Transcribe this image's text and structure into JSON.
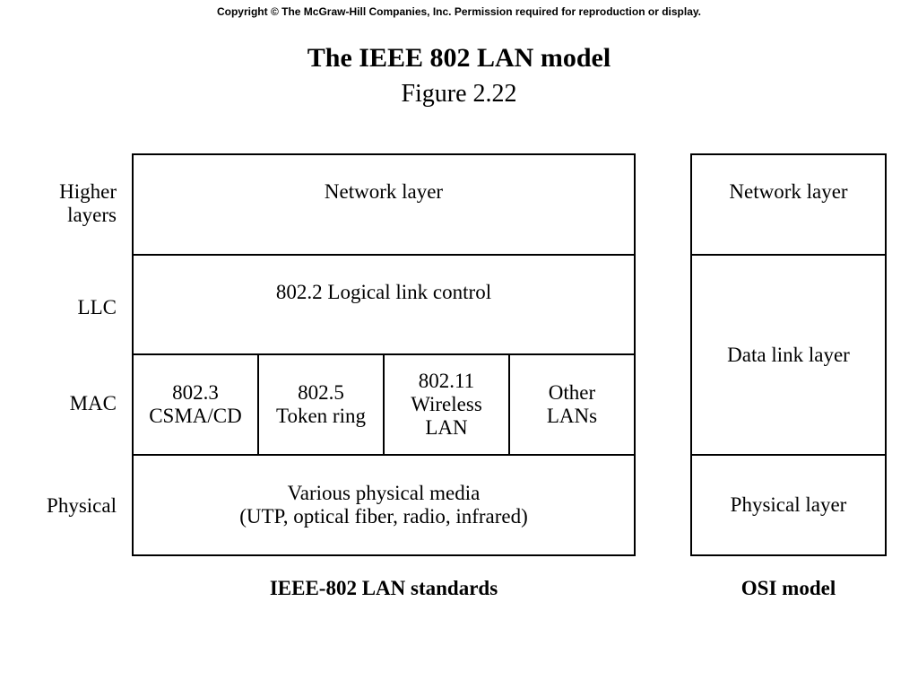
{
  "copyright": "Copyright © The McGraw-Hill Companies, Inc. Permission required for reproduction or display.",
  "title": "The IEEE 802 LAN model",
  "subtitle": "Figure 2.22",
  "row_labels": {
    "higher": "Higher\nlayers",
    "llc": "LLC",
    "mac": "MAC",
    "physical": "Physical"
  },
  "ieee": {
    "network": "Network layer",
    "llc": "802.2 Logical link control",
    "mac": [
      "802.3\nCSMA/CD",
      "802.5\nToken ring",
      "802.11\nWireless\nLAN",
      "Other\nLANs"
    ],
    "physical": "Various physical media\n(UTP, optical fiber, radio, infrared)",
    "caption": "IEEE-802 LAN standards"
  },
  "osi": {
    "network": "Network layer",
    "datalink": "Data link layer",
    "physical": "Physical layer",
    "caption": "OSI model"
  }
}
